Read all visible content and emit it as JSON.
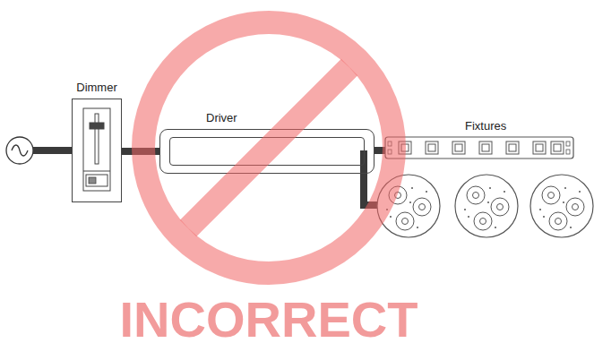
{
  "diagram": {
    "nodes": [
      {
        "text": [
          "Dimmer"
        ]
      },
      {
        "text": [
          "Driver"
        ]
      }
    ],
    "edges": [
      {
        "from": 0,
        "to": 1,
        "arrow": "none"
      }
    ],
    "labels": [
      "Fixtures",
      "INCORRECT"
    ]
  }
}
